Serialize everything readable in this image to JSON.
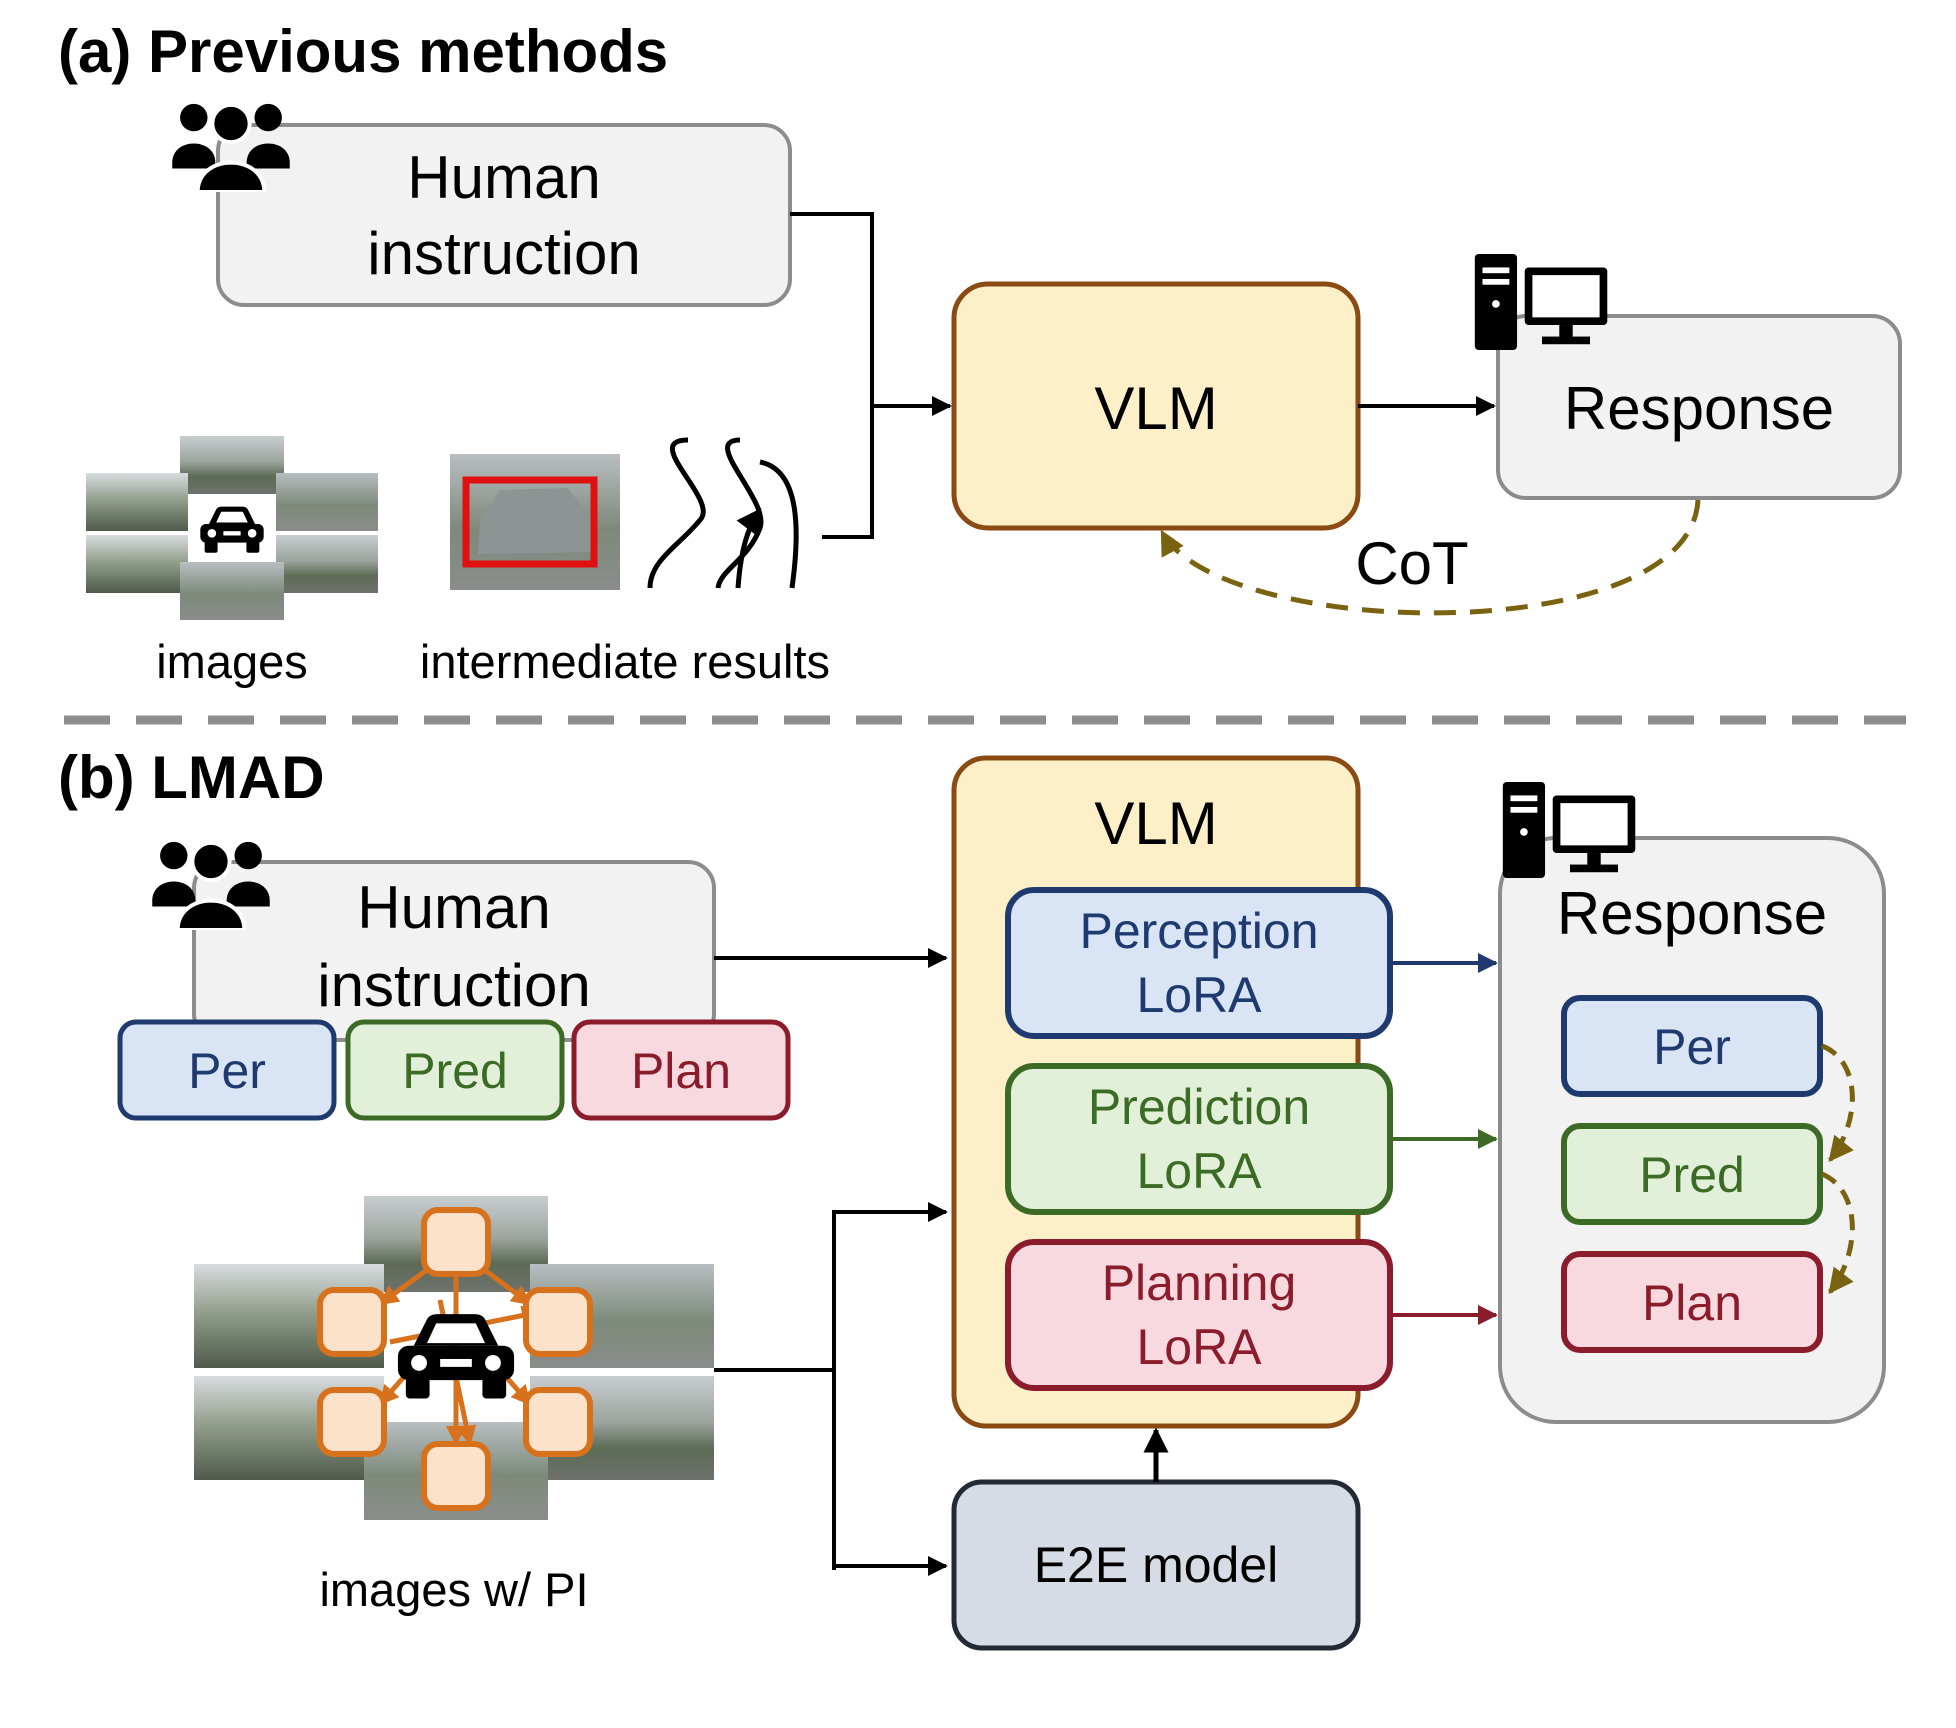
{
  "section_a": {
    "title": "(a) Previous methods",
    "human_instruction": {
      "line1": "Human",
      "line2": "instruction"
    },
    "vlm": "VLM",
    "response": "Response",
    "cot": "CoT",
    "images_caption": "images",
    "intermediate_caption": "intermediate results"
  },
  "section_b": {
    "title": "(b) LMAD",
    "human_instruction": {
      "line1": "Human",
      "line2": "instruction"
    },
    "tags": {
      "per": "Per",
      "pred": "Pred",
      "plan": "Plan"
    },
    "vlm": "VLM",
    "lora": {
      "perception": {
        "line1": "Perception",
        "line2": "LoRA"
      },
      "prediction": {
        "line1": "Prediction",
        "line2": "LoRA"
      },
      "planning": {
        "line1": "Planning",
        "line2": "LoRA"
      }
    },
    "e2e": "E2E model",
    "response": {
      "title": "Response",
      "per": "Per",
      "pred": "Pred",
      "plan": "Plan"
    },
    "images_caption": "images w/  PI"
  },
  "colors": {
    "vlm_fill": "#fdf0c8",
    "vlm_stroke": "#8a4a12",
    "grey_fill": "#f2f2f2",
    "grey_stroke": "#8c8c8c",
    "per_fill": "#d9e4f5",
    "per_stroke": "#1f3a6e",
    "pred_fill": "#e2f0d9",
    "pred_stroke": "#3b6b24",
    "plan_fill": "#f7d9df",
    "plan_stroke": "#8b1c2c",
    "e2e_fill": "#d6dce5",
    "e2e_stroke": "#222a35",
    "cot_arrow": "#7a6310",
    "node_fill": "#fde2cb",
    "node_stroke": "#d8711c",
    "bbox_red": "#e01010"
  },
  "icons": [
    "people-icon",
    "computer-icon",
    "car-icon",
    "road-icon"
  ]
}
